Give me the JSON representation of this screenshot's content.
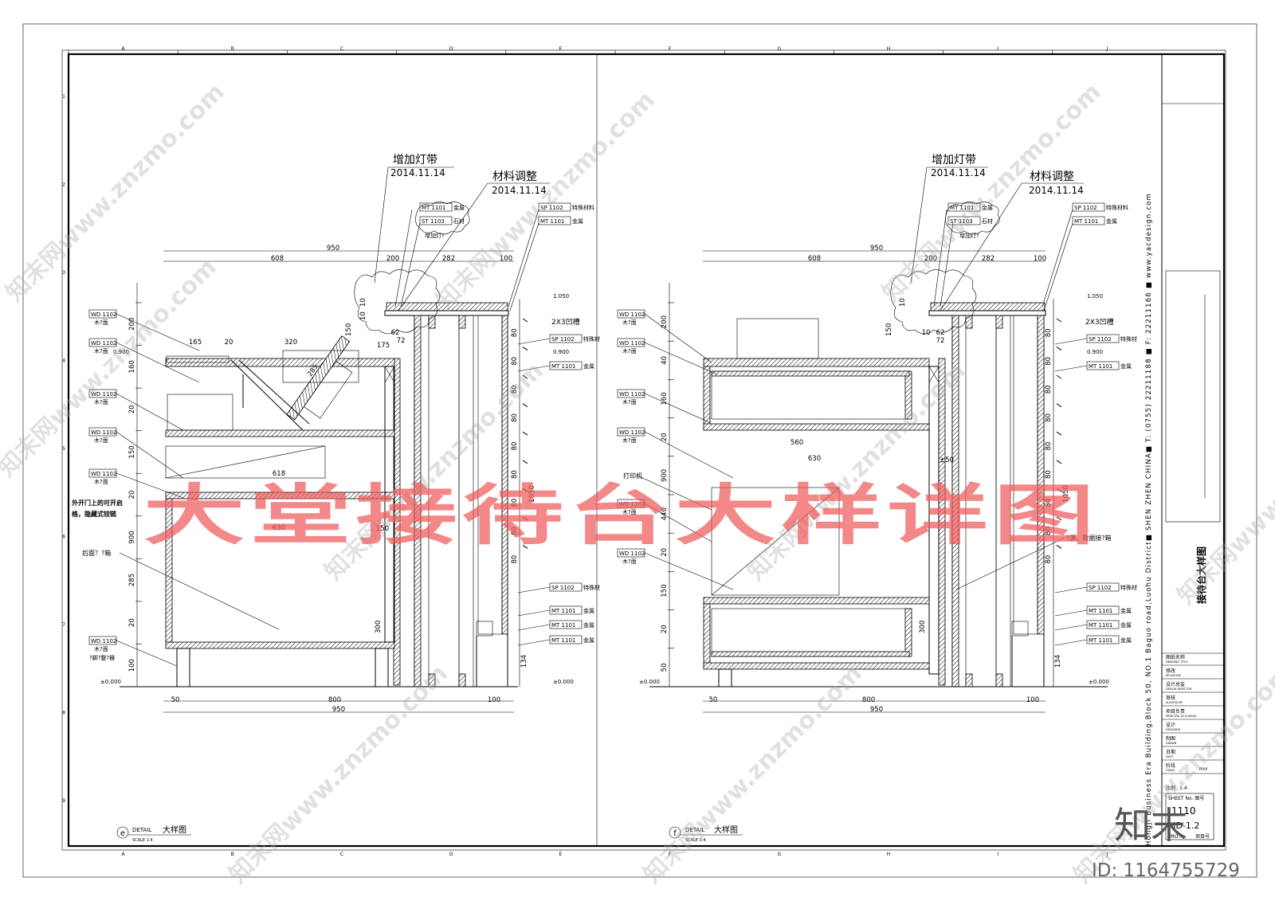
{
  "grid": {
    "cols": [
      "A",
      "B",
      "C",
      "D",
      "E",
      "F",
      "G",
      "H",
      "I",
      "J"
    ],
    "rows": [
      "1",
      "2",
      "3",
      "4",
      "5",
      "6",
      "7",
      "8",
      "9"
    ]
  },
  "detail_e": {
    "note_light": "增加灯带",
    "note_light_date": "2014.11.14",
    "note_material": "材料调整",
    "note_material_date": "2014.11.14",
    "dims_top": {
      "total": "950",
      "a": "608",
      "b": "200",
      "c": "282",
      "d": "100"
    },
    "dims_bottom": {
      "a": "50",
      "b": "800",
      "c": "100",
      "total": "950"
    },
    "dims_left": [
      "200",
      "160",
      "20",
      "150",
      "20",
      "900",
      "285",
      "20",
      "100"
    ],
    "dims_right": [
      "80",
      "80",
      "80",
      "80",
      "80",
      "80",
      "80",
      "80",
      "80",
      "1050",
      "300",
      "134"
    ],
    "dims_misc": {
      "w165": "165",
      "w20": "20",
      "w320": "320",
      "w618": "618",
      "w630": "630",
      "w150": "150",
      "h150": "150",
      "h10": "10",
      "w62": "62",
      "w72": "72",
      "w175": "175",
      "w285": "285",
      "h10b": "10"
    },
    "levels": {
      "top": "1.050",
      "mid": "0.900",
      "zero": "±0.000"
    },
    "groove": "2X3凹槽",
    "tags_left": [
      {
        "code": "WD 1102",
        "text": "木?面"
      },
      {
        "code": "WD 1102",
        "text": "木?面"
      },
      {
        "code": "WD 1102",
        "text": "木?面"
      },
      {
        "code": "WD 1102",
        "text": "木?面"
      },
      {
        "code": "WD 1102",
        "text": "木?面"
      },
      {
        "code": "WD 1102",
        "text": "木?面"
      }
    ],
    "note_door_1": "外开门上的可开启",
    "note_door_2": "格，隐藏式铰链",
    "note_back": "后面？?箱",
    "note_foot": "?脚?整?器",
    "tags_top": [
      {
        "code": "MT 1101",
        "text": "金属"
      },
      {
        "code": "ST 1103",
        "text": "石材"
      },
      {
        "code": "SP 1102",
        "text": "特殊材料"
      },
      {
        "code": "MT 1101",
        "text": "金属"
      }
    ],
    "cloud_note": "增加灯?",
    "tags_right": [
      {
        "code": "SP 1102",
        "text": "特殊材"
      },
      {
        "code": "MT 1101",
        "text": "金属"
      },
      {
        "code": "SP 1102",
        "text": "特殊材"
      },
      {
        "code": "MT 1101",
        "text": "金属"
      },
      {
        "code": "MT 1101",
        "text": "金属"
      },
      {
        "code": "MT 1101",
        "text": "金属"
      }
    ],
    "label_letter": "e",
    "label_detail": "DETAIL",
    "label_title": "大样图",
    "label_scale": "SCALE  1:4"
  },
  "detail_f": {
    "note_light": "增加灯带",
    "note_light_date": "2014.11.14",
    "note_material": "材料调整",
    "note_material_date": "2014.11.14",
    "dims_top": {
      "total": "950",
      "a": "608",
      "b": "200",
      "c": "282",
      "d": "100"
    },
    "dims_bottom": {
      "a": "50",
      "b": "800",
      "c": "100",
      "total": "950"
    },
    "dims_left": [
      "200",
      "40",
      "160",
      "20",
      "900",
      "440",
      "20",
      "150",
      "20",
      "50"
    ],
    "dims_misc": {
      "w560": "560",
      "w630": "630",
      "w50": "±50",
      "w62": "62",
      "w72": "72",
      "h150": "150",
      "h10": "10",
      "w10": "10"
    },
    "levels": {
      "top": "1.050",
      "mid": "0.900",
      "zero": "±0.000"
    },
    "groove": "2X3凹槽",
    "printer": "打印机",
    "power_note": "?源，数据接?箱",
    "tags_left": [
      {
        "code": "WD 1102",
        "text": "木?面"
      },
      {
        "code": "WD 1102",
        "text": "木?面"
      },
      {
        "code": "WD 1102",
        "text": "木?面"
      },
      {
        "code": "WD 1102",
        "text": "木?面"
      },
      {
        "code": "WD 1102",
        "text": "木?面"
      },
      {
        "code": "WD 1102",
        "text": "木?面"
      }
    ],
    "tags_top": [
      {
        "code": "MT 1101",
        "text": "金属"
      },
      {
        "code": "ST 1103",
        "text": "石材"
      },
      {
        "code": "SP 1102",
        "text": "特殊材料"
      },
      {
        "code": "MT 1101",
        "text": "金属"
      }
    ],
    "cloud_note": "增加灯?",
    "tags_right": [
      {
        "code": "SP 1102",
        "text": "特殊材"
      },
      {
        "code": "MT 1101",
        "text": "金属"
      },
      {
        "code": "SP 1102",
        "text": "特殊材"
      },
      {
        "code": "MT 1101",
        "text": "金属"
      },
      {
        "code": "MT 1101",
        "text": "金属"
      },
      {
        "code": "MT 1101",
        "text": "金属"
      }
    ],
    "label_letter": "f",
    "label_detail": "DETAIL",
    "label_title": "大样图",
    "label_scale": "SCALE  1:4"
  },
  "title_block": {
    "company_vertical": "Hongji Business Era Building,Block 50, NO.1 Baguo road,Luohu District■ SHEN ZHEN CHINA■ T: (0755) 22211188 ■ F: 22211166 ■ www.yacdesign.com",
    "drawing_title": "接待台大样图",
    "rows": [
      {
        "cn": "图纸名称",
        "en": "DRAWING TITLE"
      },
      {
        "cn": "修改",
        "en": "REVISIONS"
      },
      {
        "cn": "设计总监",
        "en": "DESIGN DIRECTOR"
      },
      {
        "cn": "审核",
        "en": "AUDITED BY"
      },
      {
        "cn": "项目负责",
        "en": "PRINCIPAL IN CHARGE"
      },
      {
        "cn": "设计",
        "en": "DESIGNER"
      },
      {
        "cn": "制图",
        "en": "DRAWN"
      },
      {
        "cn": "日期",
        "en": "DATE"
      },
      {
        "cn": "阶段",
        "en": "STAGE"
      }
    ],
    "stage_value": "PRAP",
    "scale_label": "比例",
    "scale_value": "1:4",
    "sheet_label": "SHEET No. 图号",
    "sheet_no_1": "1110",
    "sheet_no_2": "MD-1.2",
    "proj_label": "PRO.",
    "proj_no": "项目号"
  },
  "overlay": {
    "main_title": "大堂接待台大样详图",
    "watermark": "知末网www.znzmo.com",
    "logo": "知末",
    "id_text": "ID: 1164755729"
  }
}
